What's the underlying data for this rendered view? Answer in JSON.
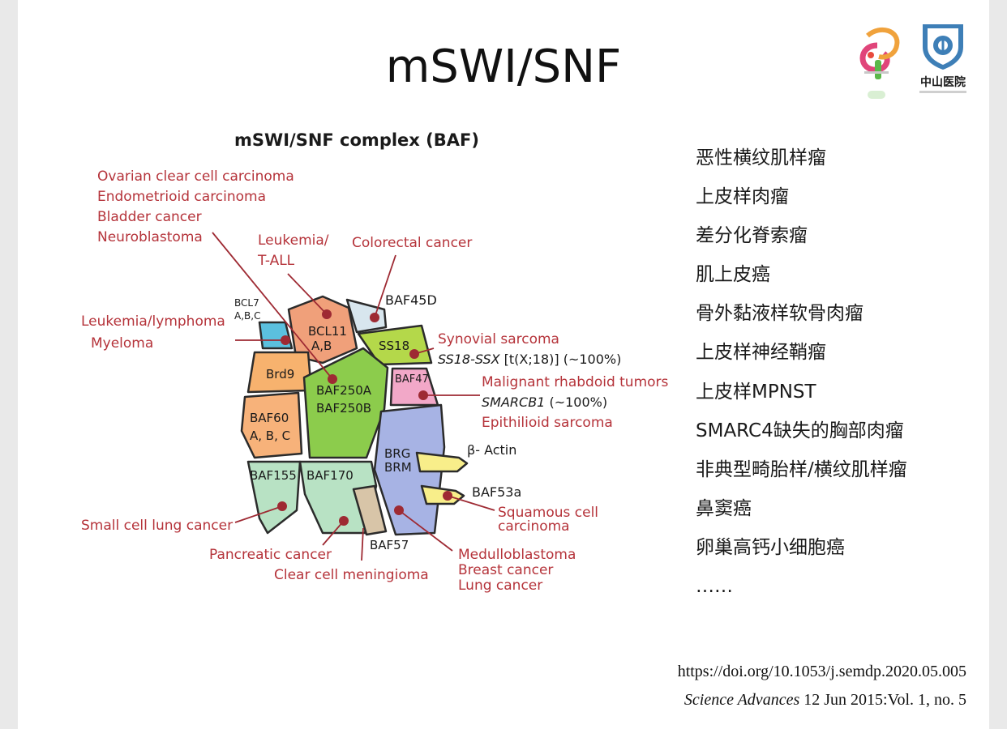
{
  "slide": {
    "title": "mSWI/SNF",
    "hospital_logo_text": "中山医院"
  },
  "diagram": {
    "heading": "mSWI/SNF complex (BAF)",
    "cancer_labels": {
      "ovarian": "Ovarian clear  cell carcinoma",
      "endometrioid": "Endometrioid carcinoma",
      "bladder": "Bladder cancer",
      "neuroblastoma": "Neuroblastoma",
      "leukemia_tall_1": "Leukemia/",
      "leukemia_tall_2": "T-ALL",
      "colorectal": "Colorectal cancer",
      "leukemia_lymphoma": "Leukemia/lymphoma",
      "myeloma": "Myeloma",
      "synovial": "Synovial sarcoma",
      "ss18_ssx_gene": "SS18-SSX",
      "ss18_ssx_rest": " [t(X;18)] (~100%)",
      "rhabdoid": "Malignant rhabdoid tumors",
      "smarcb1_gene": "SMARCB1",
      "smarcb1_rest": " (~100%)",
      "epithelioid": "Epithilioid sarcoma",
      "squamous_1": "Squamous cell",
      "squamous_2": "carcinoma",
      "small_cell_lung": "Small cell lung cancer",
      "pancreatic": "Pancreatic cancer",
      "meningioma": "Clear cell meningioma",
      "medulloblastoma": "Medulloblastoma",
      "breast": "Breast cancer",
      "lung": "Lung cancer"
    },
    "subunits": {
      "bcl7_1": "BCL7",
      "bcl7_2": "A,B,C",
      "bcl11_1": "BCL11",
      "bcl11_2": "A,B",
      "baf45d": "BAF45D",
      "ss18": "SS18",
      "brd9": "Brd9",
      "baf47": "BAF47",
      "baf250a": "BAF250A",
      "baf250b": "BAF250B",
      "baf60_1": "BAF60",
      "baf60_2": "A, B, C",
      "brg": "BRG",
      "brm": "BRM",
      "beta_actin": "β- Actin",
      "baf53a": "BAF53a",
      "baf155": "BAF155",
      "baf170": "BAF170",
      "baf57": "BAF57"
    },
    "colors": {
      "label_red": "#b5333a",
      "pin_red": "#9e2a33",
      "bcl7": "#5bc0de",
      "bcl11": "#f0a07a",
      "baf45d": "#d8e6ee",
      "ss18": "#b4d84a",
      "brd9": "#f7b26e",
      "baf47": "#f2a8c8",
      "baf250": "#8ccc4c",
      "baf60": "#f7b27a",
      "brg": "#a7b3e4",
      "actin": "#f8ee8a",
      "baf155": "#b8e2c4",
      "baf57": "#d8c5a8"
    }
  },
  "tumor_list": [
    "恶性横纹肌样瘤",
    "上皮样肉瘤",
    "差分化脊索瘤",
    "肌上皮癌",
    "骨外黏液样软骨肉瘤",
    "上皮样神经鞘瘤",
    "上皮样MPNST",
    "SMARC4缺失的胸部肉瘤",
    "非典型畸胎样/横纹肌样瘤",
    "鼻窦癌",
    "卵巢高钙小细胞癌",
    "……"
  ],
  "citation": {
    "doi": "https://doi.org/10.1053/j.semdp.2020.05.005",
    "journal": "Science Advances",
    "issue": "  12 Jun 2015:Vol. 1, no. 5"
  }
}
